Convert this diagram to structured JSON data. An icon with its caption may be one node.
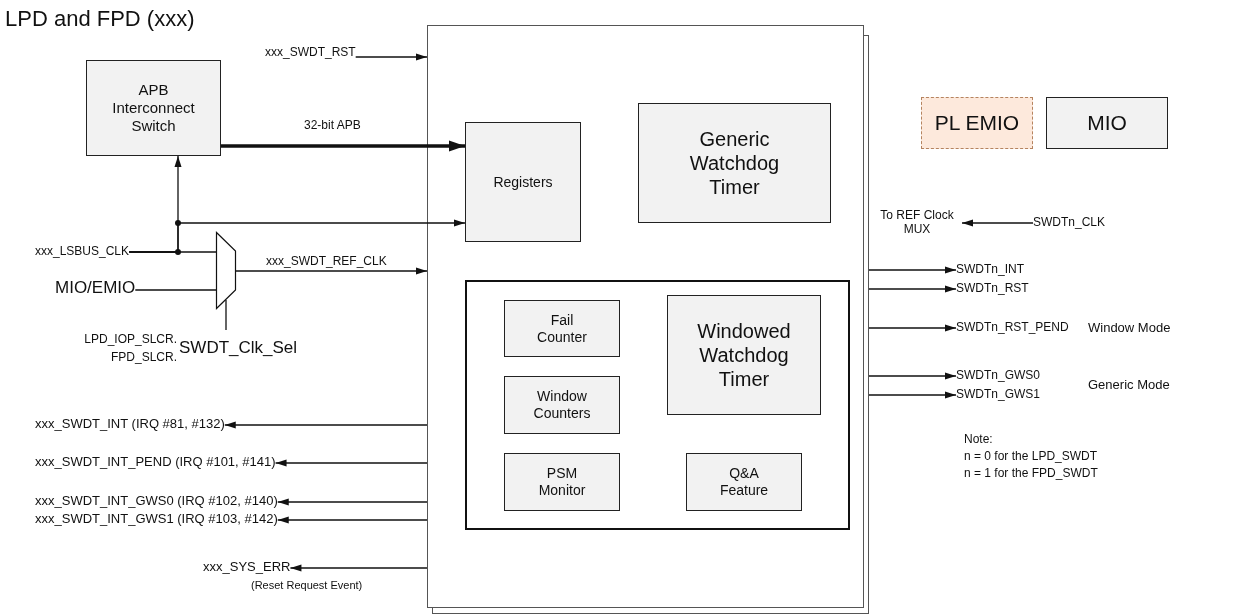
{
  "diagram": {
    "title": "LPD and FPD (xxx)",
    "nodes": [
      {
        "text": [],
        "shape": "box"
      },
      {
        "text": [
          "APB Interconnect Switch"
        ]
      },
      {
        "text": [
          "Registers"
        ],
        "in": 0
      },
      {
        "text": [
          "Generic Watchdog Timer"
        ],
        "in": 0
      },
      {
        "text": [],
        "shape": "box",
        "in": 0
      },
      {
        "text": [
          "Fail Counter"
        ],
        "in": 4
      },
      {
        "text": [
          "Window Counters"
        ],
        "in": 4
      },
      {
        "text": [
          "Windowed Watchdog Timer"
        ],
        "in": 4
      },
      {
        "text": [
          "PSM Monitor"
        ],
        "in": 4
      },
      {
        "text": [
          "Q&A Feature"
        ],
        "in": 4
      },
      {
        "text": [
          "PL EMIO"
        ]
      },
      {
        "text": [
          "MIO"
        ]
      },
      {
        "text": [],
        "shape": "trapezoid"
      },
      {
        "text": [
          "xxx_SWDT_RST"
        ]
      },
      {
        "text": [
          "xxx_LSBUS_CLK"
        ]
      },
      {
        "text": [
          "MIO/EMIO"
        ]
      },
      {
        "text": [
          "LPD_IOP_SLCR. FPD_SLCR.",
          "SWDT_Clk_Sel"
        ]
      },
      {
        "text": [
          "xxx_SWDT_INT (IRQ #81, #132)"
        ]
      },
      {
        "text": [
          "xxx_SWDT_INT_PEND (IRQ #101, #141)"
        ]
      },
      {
        "text": [
          "xxx_SWDT_INT_GWS0 (IRQ #102, #140)"
        ]
      },
      {
        "text": [
          "xxx_SWDT_INT_GWS1 (IRQ #103, #142)"
        ]
      },
      {
        "text": [
          "xxx_SYS_ERR"
        ]
      },
      {
        "text": [
          "To REF Clock MUX"
        ]
      },
      {
        "text": [
          "SWDTn_CLK"
        ]
      },
      {
        "text": [
          "SWDTn_INT"
        ]
      },
      {
        "text": [
          "SWDTn_RST"
        ]
      },
      {
        "text": [
          "SWDTn_RST_PEND"
        ]
      },
      {
        "text": [
          "SWDTn_GWS0"
        ]
      },
      {
        "text": [
          "SWDTn_GWS1"
        ]
      }
    ],
    "edges": [
      {
        "from": 13,
        "to": 0,
        "arrow": "to"
      },
      {
        "from": 1,
        "to": 2,
        "arrow": "to",
        "label": "32-bit APB",
        "style": "thick"
      },
      {
        "from": 14,
        "to": 1,
        "arrow": "to"
      },
      {
        "from": 14,
        "to": 2,
        "arrow": "to"
      },
      {
        "from": 14,
        "to": 12,
        "arrow": "none"
      },
      {
        "from": 15,
        "to": 12,
        "arrow": "none"
      },
      {
        "from": 16,
        "to": 12,
        "arrow": "none"
      },
      {
        "from": 12,
        "to": 0,
        "arrow": "to",
        "label": "xxx_SWDT_REF_CLK"
      },
      {
        "from": 0,
        "to": 17,
        "arrow": "to"
      },
      {
        "from": 0,
        "to": 18,
        "arrow": "to"
      },
      {
        "from": 0,
        "to": 19,
        "arrow": "to"
      },
      {
        "from": 0,
        "to": 20,
        "arrow": "to"
      },
      {
        "from": 0,
        "to": 21,
        "arrow": "to"
      },
      {
        "from": 23,
        "to": 22,
        "arrow": "to"
      },
      {
        "from": 0,
        "to": 24,
        "arrow": "to"
      },
      {
        "from": 0,
        "to": 25,
        "arrow": "to"
      },
      {
        "from": 0,
        "to": 26,
        "arrow": "to"
      },
      {
        "from": 0,
        "to": 27,
        "arrow": "to"
      },
      {
        "from": 0,
        "to": 28,
        "arrow": "to"
      }
    ],
    "labels": [
      "Window Mode",
      "Generic Mode",
      "Note:",
      "n = 0 for the LPD_SWDT",
      "n = 1 for the FPD_SWDT",
      "(Reset Request Event)"
    ]
  }
}
